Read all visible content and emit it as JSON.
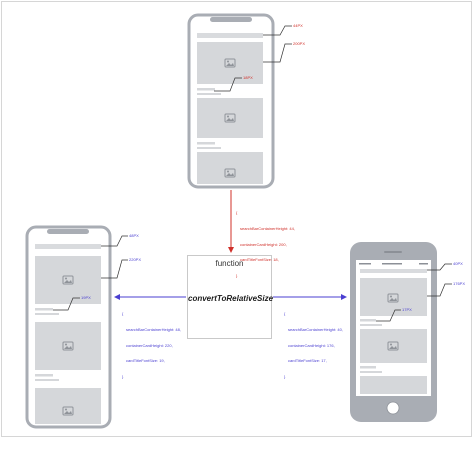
{
  "function_box": {
    "title": "function",
    "name": "convertToRelativeSize"
  },
  "top_phone": {
    "label_search_height": "44PX",
    "label_card_height": "200PX",
    "label_title_font": "18PX"
  },
  "left_phone": {
    "label_search_height": "48PX",
    "label_card_height": "220PX",
    "label_title_font": "19PX"
  },
  "right_phone": {
    "label_search_height": "40PX",
    "label_card_height": "176PX",
    "label_title_font": "17PX"
  },
  "code_top": {
    "open": "{",
    "lines": [
      "searchBarContainerHeight: 44,",
      "containerCardHeight: 200,",
      "cardTitleFontSize: 18,"
    ],
    "close": "}"
  },
  "code_left": {
    "open": "{",
    "lines": [
      "searchBarContainerHeight: 48,",
      "containerCardHeight: 220,",
      "cardTitleFontSize: 19,"
    ],
    "close": "}"
  },
  "code_right": {
    "open": "{",
    "lines": [
      "searchBarContainerHeight: 40,",
      "containerCardHeight: 176,",
      "cardTitleFontSize: 17,"
    ],
    "close": "}"
  },
  "colors": {
    "red": "#d0302a",
    "blue": "#4a3fd1",
    "phone_frame": "#a9adb4",
    "placeholder": "#cfd1d4"
  }
}
